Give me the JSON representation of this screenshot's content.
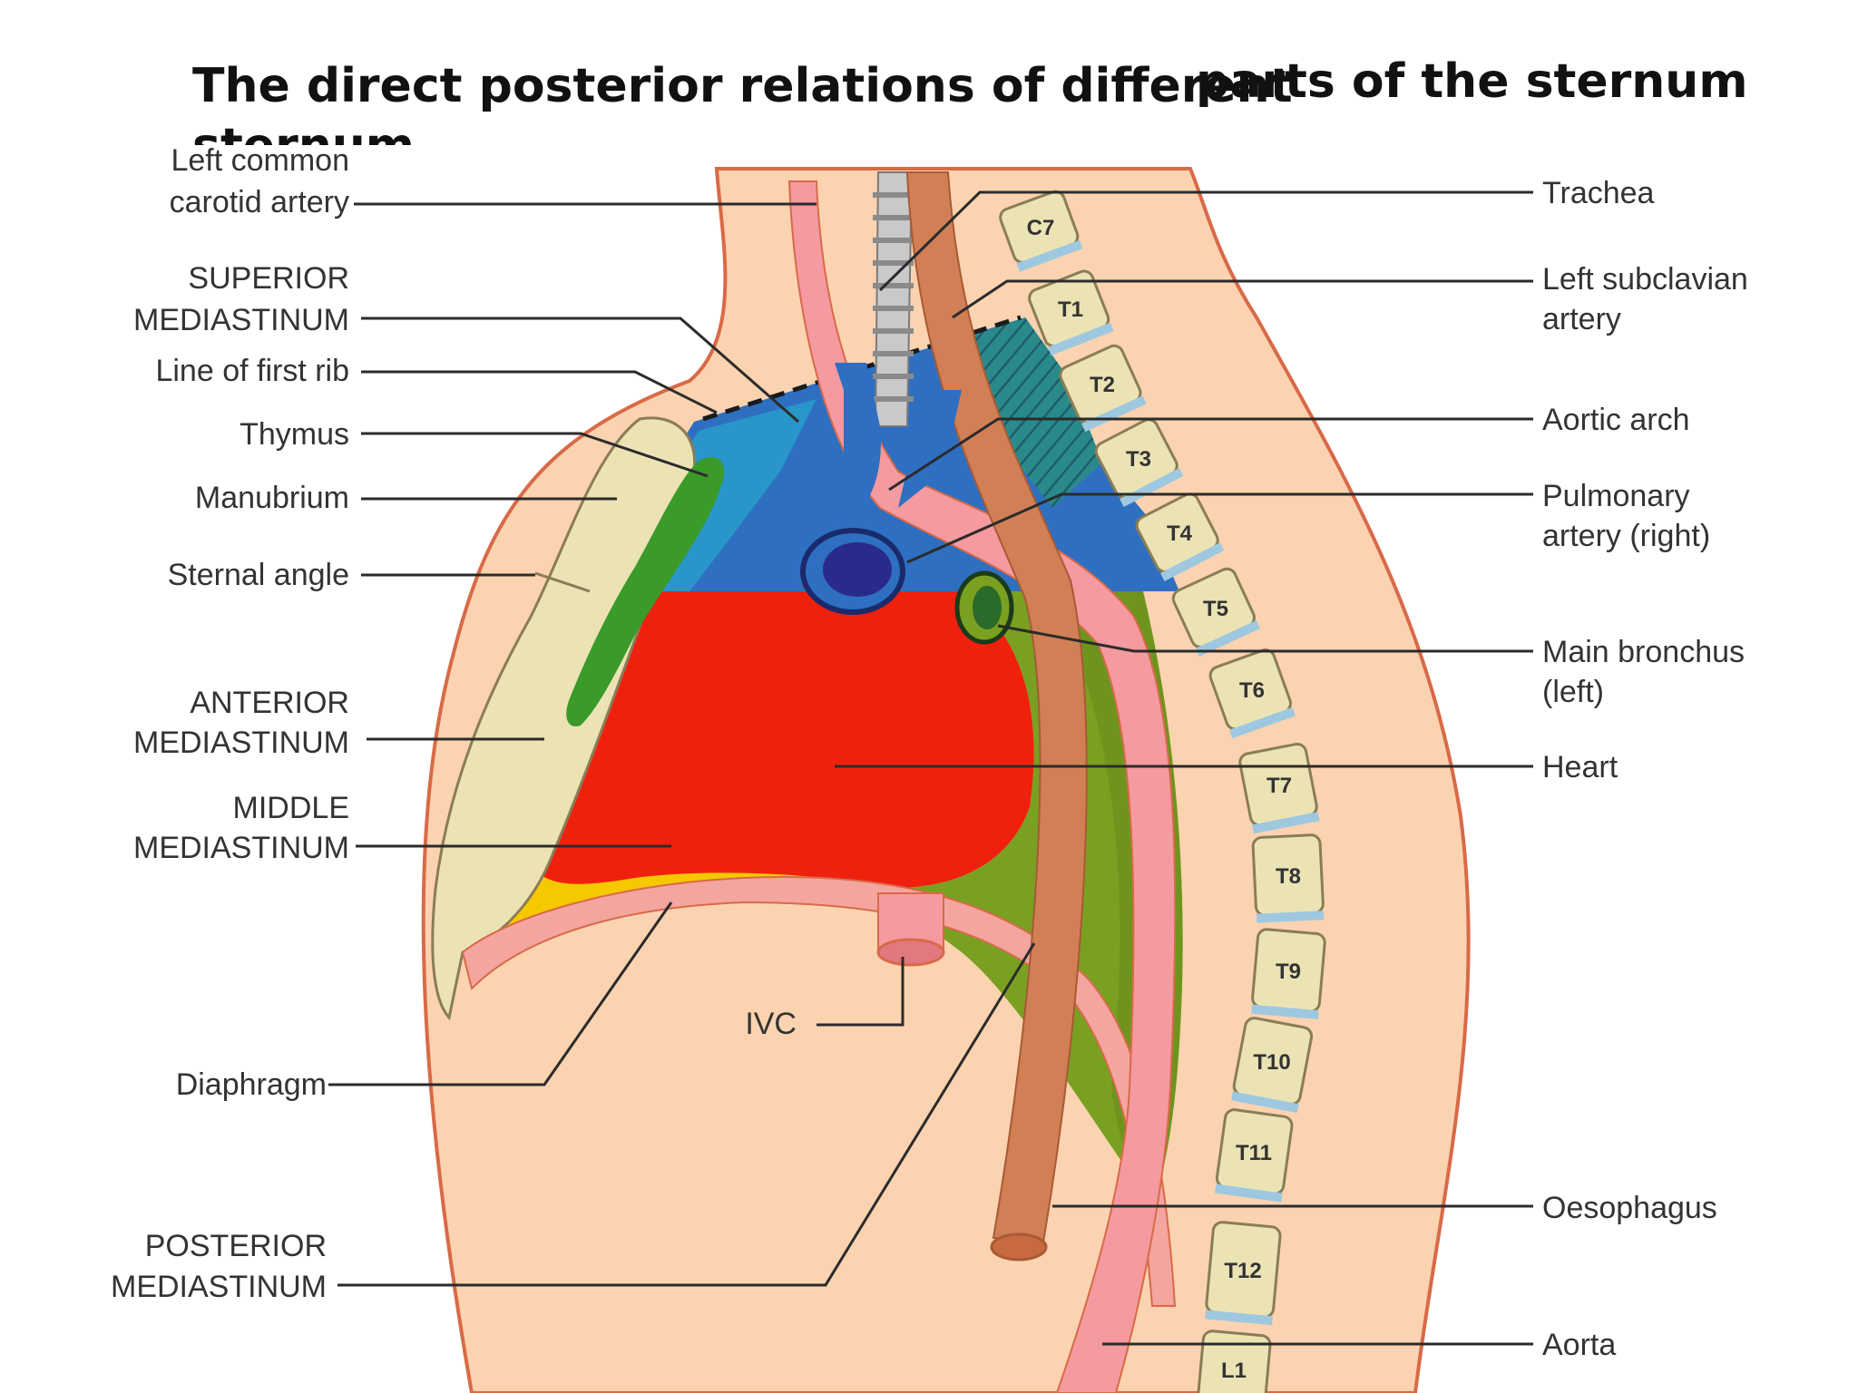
{
  "title": {
    "part1": "The direct posterior relations of different",
    "part2": "parts of the sternum",
    "overflow": "sternum"
  },
  "labels": {
    "left": {
      "carotid": [
        "Left common",
        "carotid artery"
      ],
      "superior": [
        "SUPERIOR",
        "MEDIASTINUM"
      ],
      "first_rib": "Line of first rib",
      "thymus": "Thymus",
      "manubrium": "Manubrium",
      "sternal_angle": "Sternal angle",
      "anterior": [
        "ANTERIOR",
        "MEDIASTINUM"
      ],
      "middle": [
        "MIDDLE",
        "MEDIASTINUM"
      ],
      "diaphragm": "Diaphragm",
      "posterior": [
        "POSTERIOR",
        "MEDIASTINUM"
      ]
    },
    "right": {
      "trachea": "Trachea",
      "subclavian": [
        "Left subclavian",
        "artery"
      ],
      "aortic_arch": "Aortic arch",
      "pulmonary": [
        "Pulmonary",
        "artery (right)"
      ],
      "bronchus": [
        "Main bronchus",
        "(left)"
      ],
      "heart": "Heart",
      "oesophagus": "Oesophagus",
      "aorta": "Aorta"
    },
    "ivc": "IVC",
    "vertebrae": [
      "C7",
      "T1",
      "T2",
      "T3",
      "T4",
      "T5",
      "T6",
      "T7",
      "T8",
      "T9",
      "T10",
      "T11",
      "T12",
      "L1"
    ]
  },
  "colors": {
    "skin": "#fcd3b0",
    "body_outline": "#d86a48",
    "sternum": "#ece3b5",
    "superior_mediastinum": "#2e6fc2",
    "superior_light": "#2996c9",
    "anterior_mediastinum": "#f5c800",
    "middle_mediastinum": "#f0200e",
    "posterior_mediastinum": "#79a020",
    "thymus": "#3a9a2a",
    "aorta": "#f49aa0",
    "oesophagus": "#d17f55"
  }
}
